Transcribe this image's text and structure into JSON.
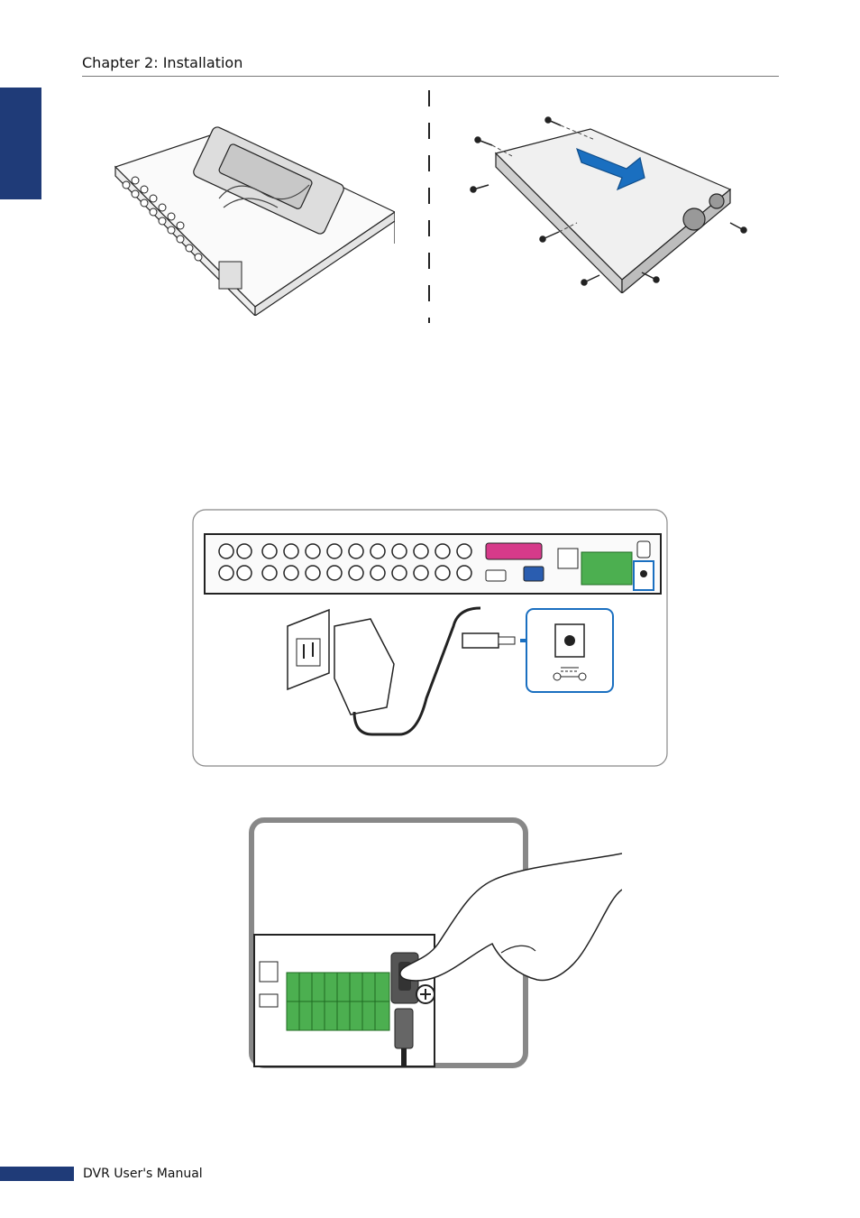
{
  "header": {
    "chapter_title": "Chapter 2: Installation"
  },
  "footer": {
    "manual_title": "DVR User's Manual"
  },
  "colors": {
    "accent_blue": "#1f3b78",
    "arrow_blue": "#1a6fc0",
    "terminal_green": "#4caf50",
    "port_magenta": "#d63a8a",
    "vga_blue": "#2a5db0"
  },
  "figures": [
    {
      "id": "open-chassis",
      "icon": "dvr-open-chassis-illustration"
    },
    {
      "id": "cover-screws",
      "icon": "dvr-cover-screws-illustration"
    },
    {
      "id": "power-adapter",
      "icon": "dvr-power-adapter-illustration"
    },
    {
      "id": "power-switch",
      "icon": "dvr-power-switch-illustration"
    }
  ]
}
